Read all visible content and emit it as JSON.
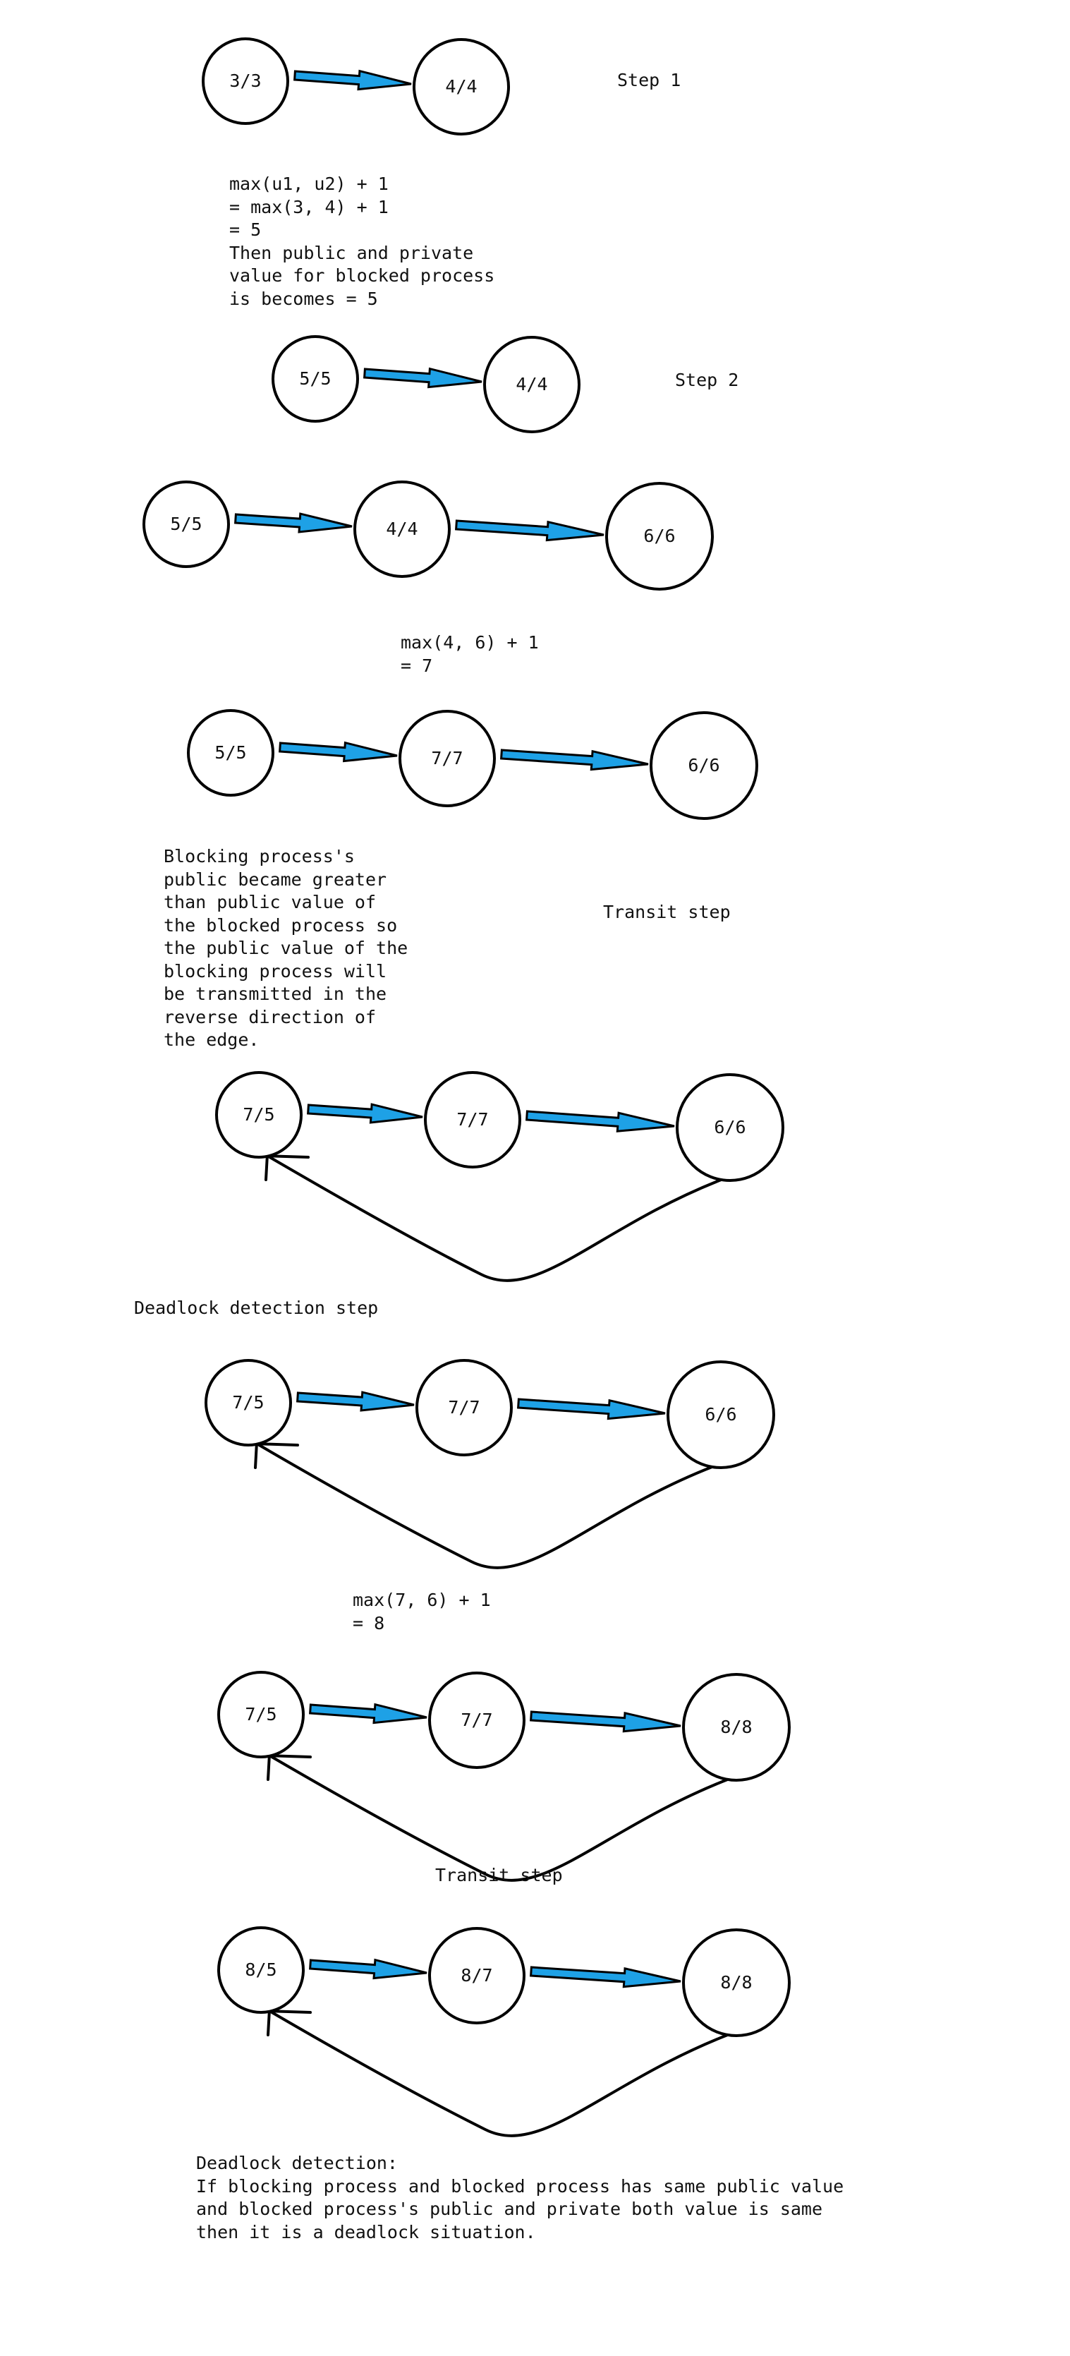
{
  "colors": {
    "arrow_fill": "#1ea1e6",
    "stroke": "#000000",
    "background": "#ffffff"
  },
  "labels": {
    "step1": "Step 1",
    "step2": "Step 2",
    "transit1": "Transit step",
    "deadlock_step": "Deadlock detection step",
    "transit2": "Transit step"
  },
  "notes": {
    "max_u1_u2": "max(u1, u2) + 1\n= max(3, 4) + 1\n= 5\nThen public and private\nvalue for blocked process\nis becomes = 5",
    "max_4_6": "max(4, 6) + 1\n= 7",
    "blocking_explanation": "Blocking process's\npublic became greater\nthan public value of\nthe blocked process so\nthe public value of the\nblocking process will\nbe transmitted in the\nreverse direction of\nthe edge.",
    "max_7_6": "max(7, 6) + 1\n= 8",
    "deadlock_detection": "Deadlock detection:\nIf blocking process and blocked process has same public value\nand blocked process's public and private both value is same\nthen it is a deadlock situation."
  },
  "diagrams": [
    {
      "nodes": [
        "3/3",
        "4/4"
      ],
      "back_edge": false
    },
    {
      "nodes": [
        "5/5",
        "4/4"
      ],
      "back_edge": false
    },
    {
      "nodes": [
        "5/5",
        "4/4",
        "6/6"
      ],
      "back_edge": false
    },
    {
      "nodes": [
        "5/5",
        "7/7",
        "6/6"
      ],
      "back_edge": false
    },
    {
      "nodes": [
        "7/5",
        "7/7",
        "6/6"
      ],
      "back_edge": true
    },
    {
      "nodes": [
        "7/5",
        "7/7",
        "6/6"
      ],
      "back_edge": true
    },
    {
      "nodes": [
        "7/5",
        "7/7",
        "8/8"
      ],
      "back_edge": true
    },
    {
      "nodes": [
        "8/5",
        "8/7",
        "8/8"
      ],
      "back_edge": true
    }
  ]
}
